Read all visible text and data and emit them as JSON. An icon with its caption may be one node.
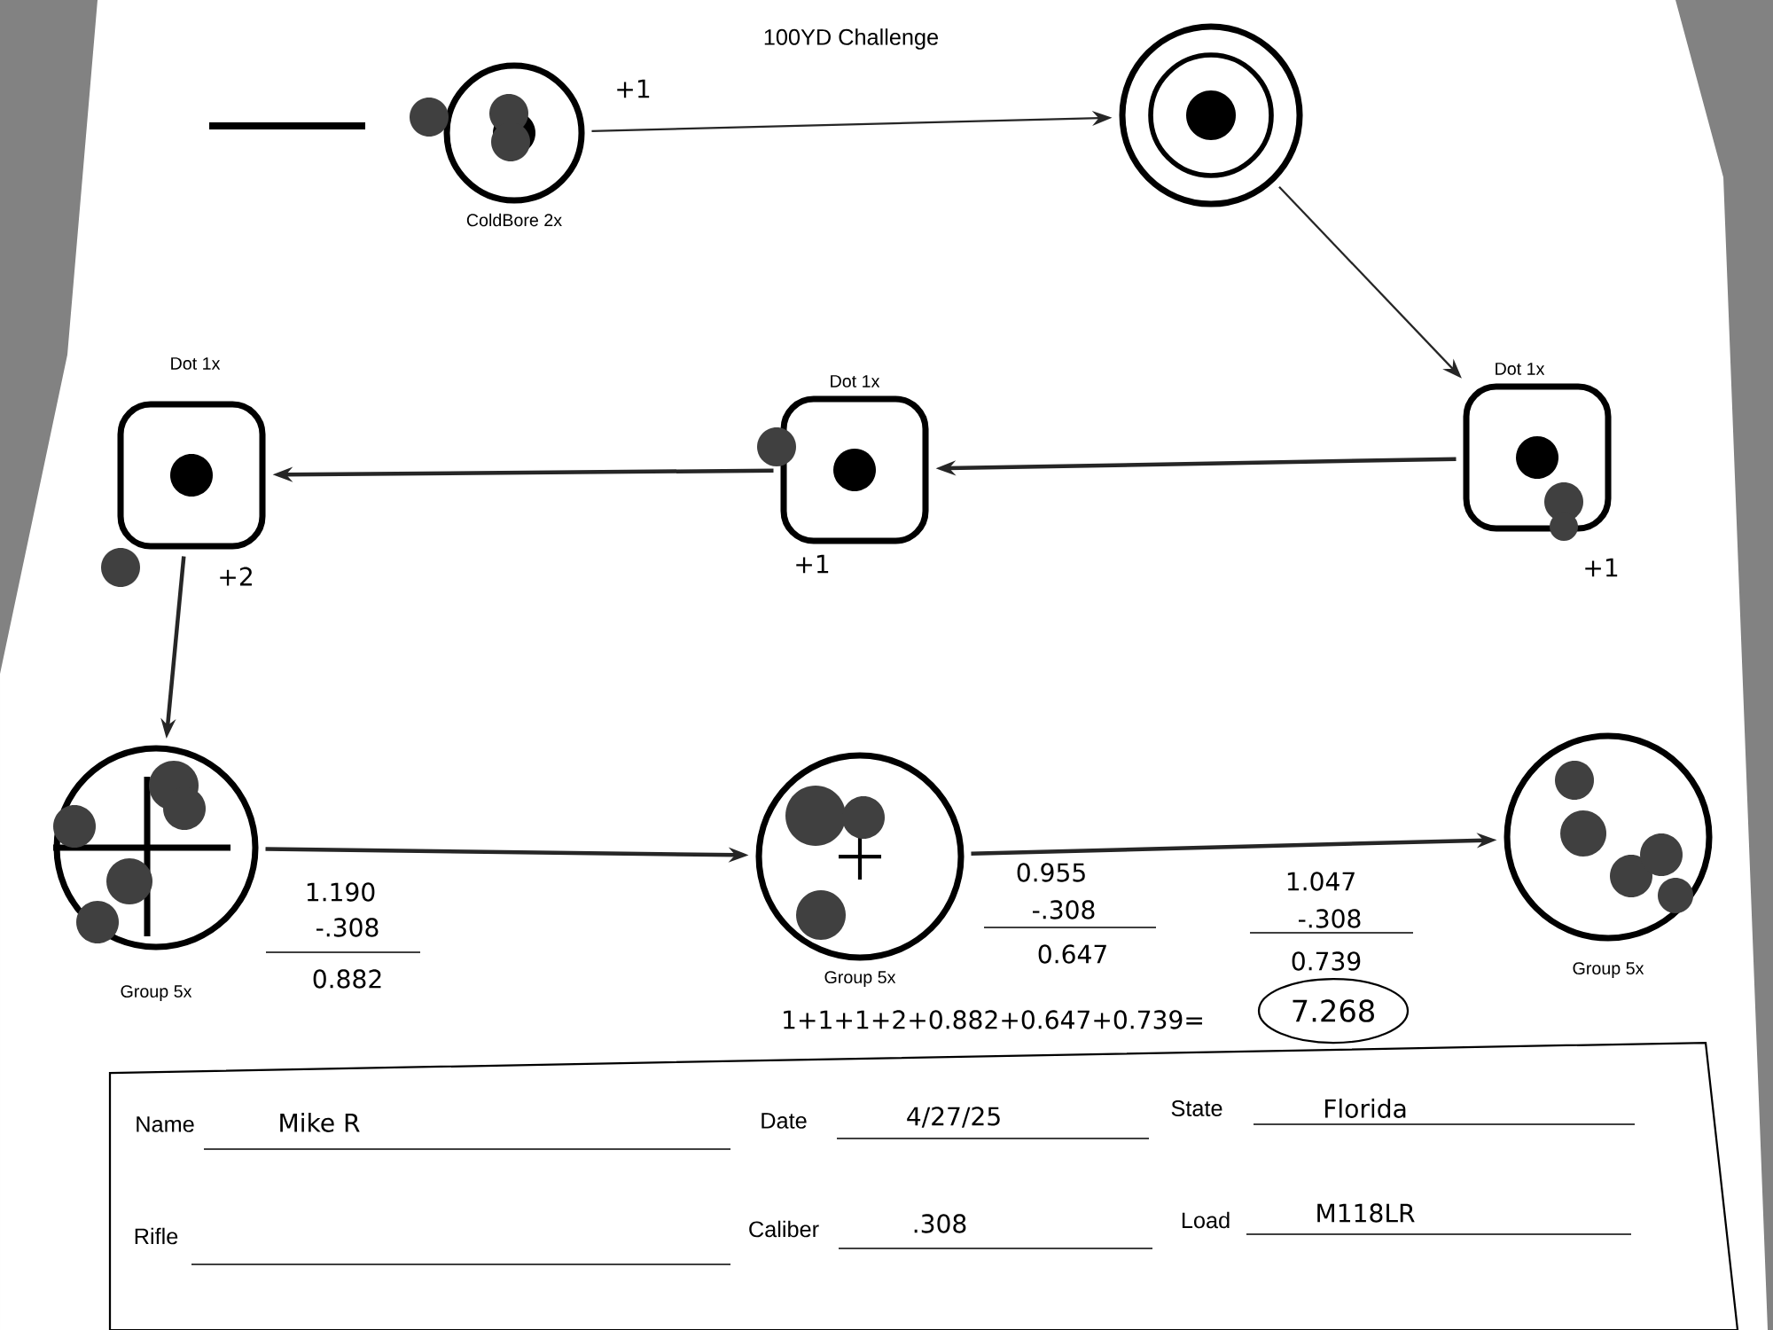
{
  "diagram": {
    "title": "100YD Challenge",
    "nodes": [
      {
        "text": [
          "ColdBore 2x"
        ],
        "beside": [
          "+1"
        ]
      },
      {
        "text": [],
        "shape": "circle"
      },
      {
        "text": [
          "Dot 1x"
        ],
        "beside": [
          "+1"
        ]
      },
      {
        "text": [
          "Dot 1x"
        ],
        "beside": [
          "+1"
        ]
      },
      {
        "text": [
          "Dot 1x"
        ],
        "beside": [
          "+2"
        ]
      },
      {
        "text": [
          "Group 5x"
        ]
      },
      {
        "text": [
          "Group 5x"
        ]
      },
      {
        "text": [
          "Group 5x"
        ]
      }
    ],
    "edges": [
      {
        "from": 0,
        "to": 1,
        "arrow": "to"
      },
      {
        "from": 1,
        "to": 2,
        "arrow": "to"
      },
      {
        "from": 2,
        "to": 3,
        "arrow": "to"
      },
      {
        "from": 3,
        "to": 4,
        "arrow": "to"
      },
      {
        "from": 4,
        "to": 5,
        "arrow": "to"
      },
      {
        "from": 5,
        "to": 6,
        "arrow": "to"
      },
      {
        "from": 6,
        "to": 7,
        "arrow": "to"
      }
    ],
    "labels": [
      "1.190",
      "-.308",
      "0.882",
      "0.955",
      "-.308",
      "0.647",
      "1.047",
      "-.308",
      "0.739",
      "1+1+1+2+0.882+0.647+0.739=",
      "7.268",
      "Name",
      "Mike R",
      "Date",
      "4/27/25",
      "State",
      "Florida",
      "Rifle",
      "Caliber",
      ".308",
      "Load",
      "M118LR"
    ]
  }
}
